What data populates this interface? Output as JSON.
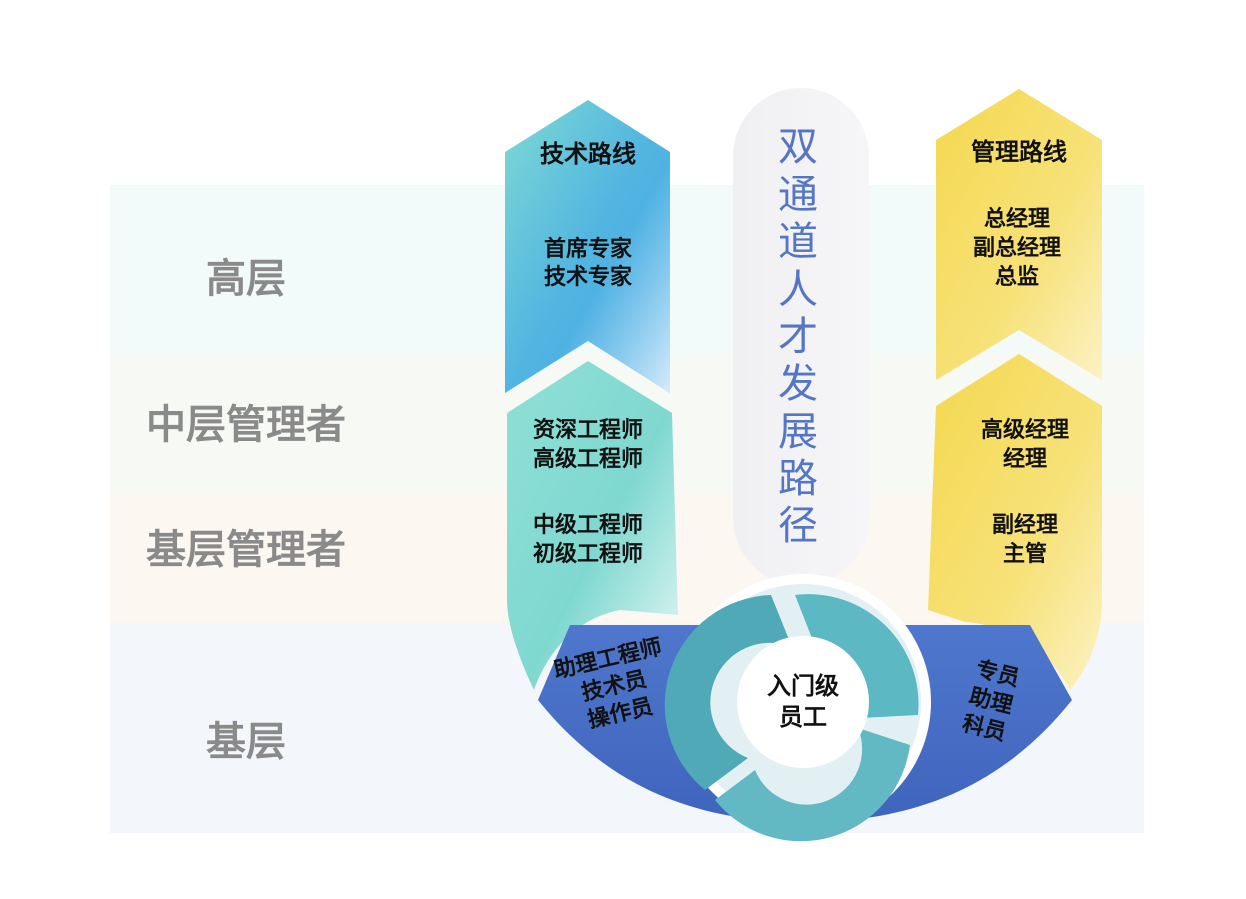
{
  "title": "双通道人才发展路径",
  "levels": [
    {
      "name": "高层",
      "color": "#f2fbf9"
    },
    {
      "name": "中层管理者",
      "color": "#f6f9f5"
    },
    {
      "name": "基层管理者",
      "color": "#fdf7f3"
    },
    {
      "name": "基层",
      "color": "#f3f6fb"
    }
  ],
  "technical_track": {
    "heading": "技术路线",
    "groups": [
      [
        "首席专家",
        "技术专家"
      ],
      [
        "资深工程师",
        "高级工程师"
      ],
      [
        "中级工程师",
        "初级工程师"
      ],
      [
        "助理工程师",
        "技术员",
        "操作员"
      ]
    ],
    "colors": {
      "teal": "#7fdad3",
      "blue": "#46a7e2",
      "light": "#e8f8f6"
    }
  },
  "management_track": {
    "heading": "管理路线",
    "groups": [
      [
        "总经理",
        "副总经理",
        "总监"
      ],
      [
        "高级经理",
        "经理"
      ],
      [
        "副经理",
        "主管"
      ],
      [
        "专员",
        "助理",
        "科员"
      ]
    ],
    "colors": {
      "yellow": "#f5dc55",
      "light": "#fbf1bf"
    }
  },
  "center": {
    "label": [
      "入门级",
      "员工"
    ],
    "ring_color": "#52a9b6",
    "base_color": "#4a72c9"
  }
}
